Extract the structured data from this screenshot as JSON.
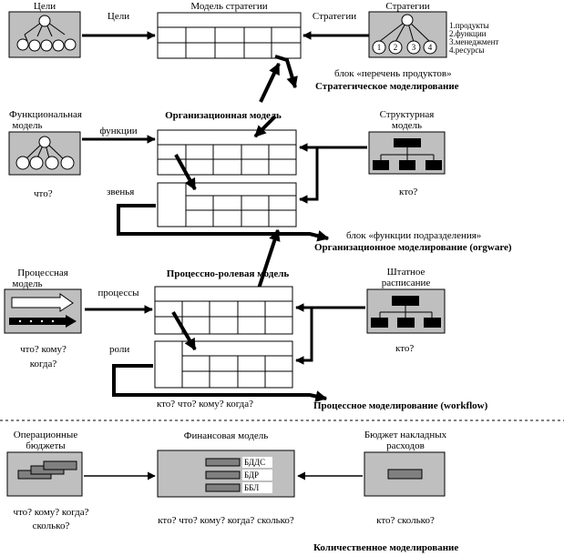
{
  "strategic": {
    "goals_title": "Цели",
    "goals_arrow": "Цели",
    "strategy_model": "Модель стратегии",
    "strategies_arrow": "Стратегии",
    "strategies_title": "Стратегии",
    "strategies_list": [
      "1.продукты",
      "2.функции",
      "3.менеджмент",
      "4.ресурсы"
    ],
    "circle_numbers": [
      "1",
      "2",
      "3",
      "4"
    ],
    "block_note": "блок «перечень продуктов»",
    "section_title": "Стратегическое моделирование"
  },
  "organizational": {
    "functional_model_l1": "Функциональная",
    "functional_model_l2": "модель",
    "functions_arrow": "функции",
    "org_model": "Организационная модель",
    "structural_model_l1": "Структурная",
    "structural_model_l2": "модель",
    "what_q": "что?",
    "links": "звенья",
    "who_q": "кто?",
    "block_note": "блок «функции подразделения»",
    "section_title": "Организационное моделирование (orgware)"
  },
  "process": {
    "process_model_l1": "Процессная",
    "process_model_l2": "модель",
    "processes_arrow": "процессы",
    "role_model": "Процессно-ролевая модель",
    "staff_l1": "Штатное",
    "staff_l2": "расписание",
    "q_left_1": "что? кому?",
    "q_left_2": "когда?",
    "roles": "роли",
    "who_q": "кто?",
    "q_bottom": "кто? что? кому? когда?",
    "section_title": "Процессное моделирование (workflow)"
  },
  "quantitative": {
    "op_budgets_l1": "Операционные",
    "op_budgets_l2": "бюджеты",
    "fin_model": "Финансовая модель",
    "overhead_l1": "Бюджет накладных",
    "overhead_l2": "расходов",
    "statements": [
      "БДДС",
      "БДР",
      "ББЛ"
    ],
    "q_left_1": "что? кому? когда?",
    "q_left_2": "сколько?",
    "q_center": "кто? что? кому? когда? сколько?",
    "q_right": "кто? сколько?",
    "section_title": "Количественное моделирование"
  }
}
